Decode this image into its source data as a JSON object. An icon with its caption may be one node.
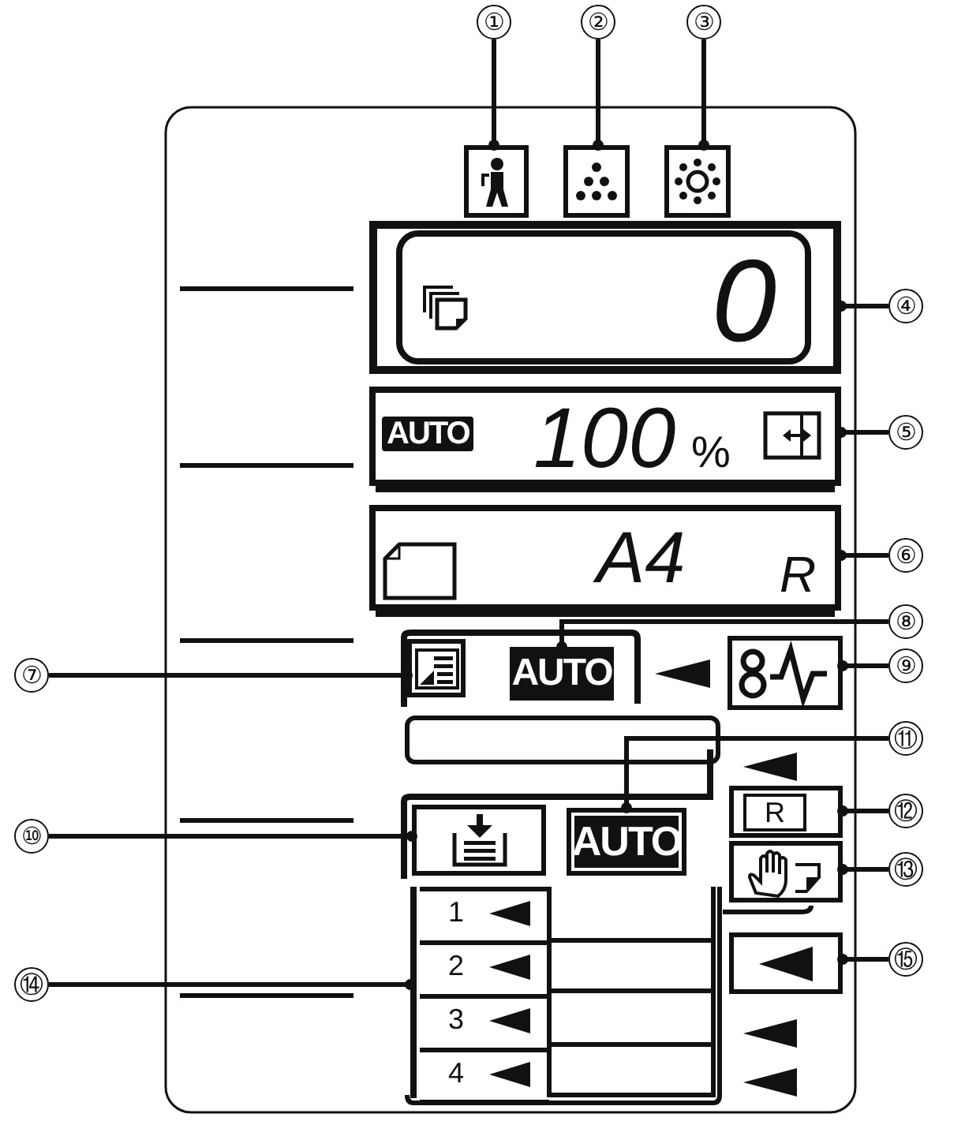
{
  "diagram": {
    "nodes": [
      {
        "text": [
          "①"
        ]
      },
      {
        "text": [],
        "shape": "box"
      },
      {
        "text": [
          "②"
        ]
      },
      {
        "text": [],
        "shape": "box"
      },
      {
        "text": [
          "③"
        ]
      },
      {
        "text": [],
        "shape": "box"
      },
      {
        "text": [
          "④"
        ]
      },
      {
        "text": [
          "0"
        ]
      },
      {
        "text": [
          "⑤"
        ]
      },
      {
        "text": [
          "AUTO",
          "100",
          "%"
        ]
      },
      {
        "text": [
          "⑥"
        ]
      },
      {
        "text": [
          "A4",
          "R"
        ]
      },
      {
        "text": [
          "⑦"
        ]
      },
      {
        "text": [],
        "shape": "box"
      },
      {
        "text": [
          "⑧"
        ]
      },
      {
        "text": [
          "AUTO"
        ]
      },
      {
        "text": [
          "⑨"
        ]
      },
      {
        "text": [],
        "shape": "box"
      },
      {
        "text": [
          "⑩"
        ]
      },
      {
        "text": [],
        "shape": "box"
      },
      {
        "text": [
          "⑪"
        ]
      },
      {
        "text": [
          "AUTO"
        ]
      },
      {
        "text": [
          "⑫"
        ]
      },
      {
        "text": [
          "R"
        ]
      },
      {
        "text": [
          "⑬"
        ]
      },
      {
        "text": [],
        "shape": "box"
      },
      {
        "text": [
          "⑭"
        ]
      },
      {
        "text": [
          "1",
          "2",
          "3",
          "4"
        ]
      },
      {
        "text": [
          "⑮"
        ]
      },
      {
        "text": [],
        "shape": "box"
      }
    ],
    "edges": [
      {
        "from": 0,
        "to": 1,
        "arrow": "other"
      },
      {
        "from": 2,
        "to": 3,
        "arrow": "other"
      },
      {
        "from": 4,
        "to": 5,
        "arrow": "other"
      },
      {
        "from": 6,
        "to": 7,
        "arrow": "other"
      },
      {
        "from": 8,
        "to": 9,
        "arrow": "other"
      },
      {
        "from": 10,
        "to": 11,
        "arrow": "other"
      },
      {
        "from": 12,
        "to": 13,
        "arrow": "other"
      },
      {
        "from": 14,
        "to": 15,
        "arrow": "other"
      },
      {
        "from": 16,
        "to": 17,
        "arrow": "other"
      },
      {
        "from": 18,
        "to": 19,
        "arrow": "other"
      },
      {
        "from": 20,
        "to": 21,
        "arrow": "other"
      },
      {
        "from": 22,
        "to": 23,
        "arrow": "other"
      },
      {
        "from": 24,
        "to": 25,
        "arrow": "other"
      },
      {
        "from": 26,
        "to": 27,
        "arrow": "other"
      },
      {
        "from": 28,
        "to": 29,
        "arrow": "other"
      }
    ]
  }
}
